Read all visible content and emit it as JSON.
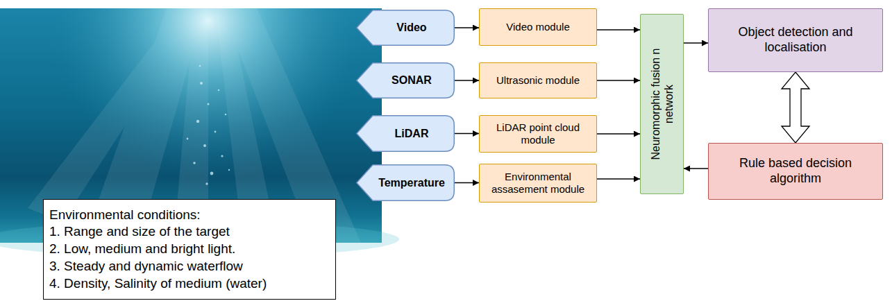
{
  "diagram": {
    "nodes": [
      {
        "text": [
          "Video"
        ]
      },
      {
        "text": [
          "SONAR"
        ]
      },
      {
        "text": [
          "LiDAR"
        ]
      },
      {
        "text": [
          "Temperature"
        ]
      },
      {
        "text": [
          "Video module"
        ]
      },
      {
        "text": [
          "Ultrasonic module"
        ]
      },
      {
        "text": [
          "LiDAR point cloud module"
        ]
      },
      {
        "text": [
          "Environmental assasement module"
        ]
      },
      {
        "text": [
          "Neuromorphic fusion n network"
        ]
      },
      {
        "text": [
          "Object detection and localisation"
        ]
      },
      {
        "text": [
          "Rule based decision algorithm"
        ]
      },
      {
        "text": [
          "Environmental conditions:",
          "1. Range and size of the target",
          "2. Low, medium and bright light.",
          "3. Steady and dynamic waterflow",
          "4. Density, Salinity of medium (water)"
        ]
      }
    ],
    "edges": [
      {
        "from": 0,
        "to": 4,
        "arrow": "to"
      },
      {
        "from": 1,
        "to": 5,
        "arrow": "to"
      },
      {
        "from": 2,
        "to": 6,
        "arrow": "to"
      },
      {
        "from": 3,
        "to": 7,
        "arrow": "to"
      },
      {
        "from": 4,
        "to": 8,
        "arrow": "to"
      },
      {
        "from": 5,
        "to": 8,
        "arrow": "to"
      },
      {
        "from": 6,
        "to": 8,
        "arrow": "to"
      },
      {
        "from": 7,
        "to": 8,
        "arrow": "to"
      },
      {
        "from": 8,
        "to": 9,
        "arrow": "to"
      },
      {
        "from": 10,
        "to": 8,
        "arrow": "to"
      },
      {
        "from": 9,
        "to": 10,
        "arrow": "both"
      }
    ]
  }
}
